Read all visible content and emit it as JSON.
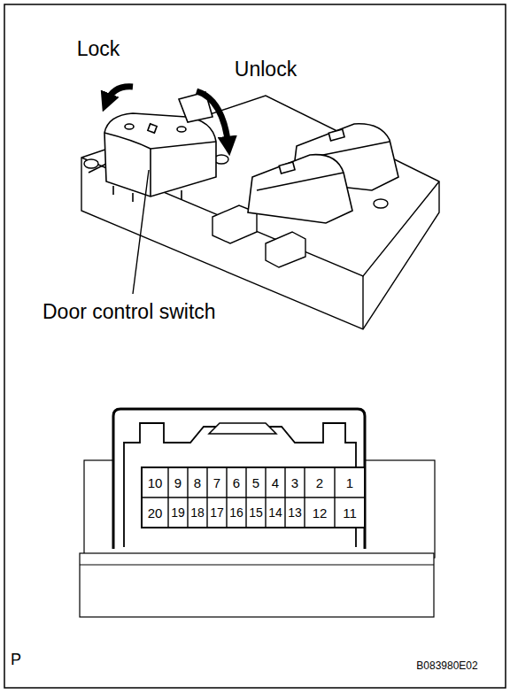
{
  "diagram": {
    "labels": [
      "Lock",
      "Unlock",
      "Door control switch",
      "10",
      "9",
      "8",
      "7",
      "6",
      "5",
      "4",
      "3",
      "2",
      "1",
      "20",
      "19",
      "18",
      "17",
      "16",
      "15",
      "14",
      "13",
      "12",
      "11",
      "P",
      "B083980E02"
    ]
  }
}
